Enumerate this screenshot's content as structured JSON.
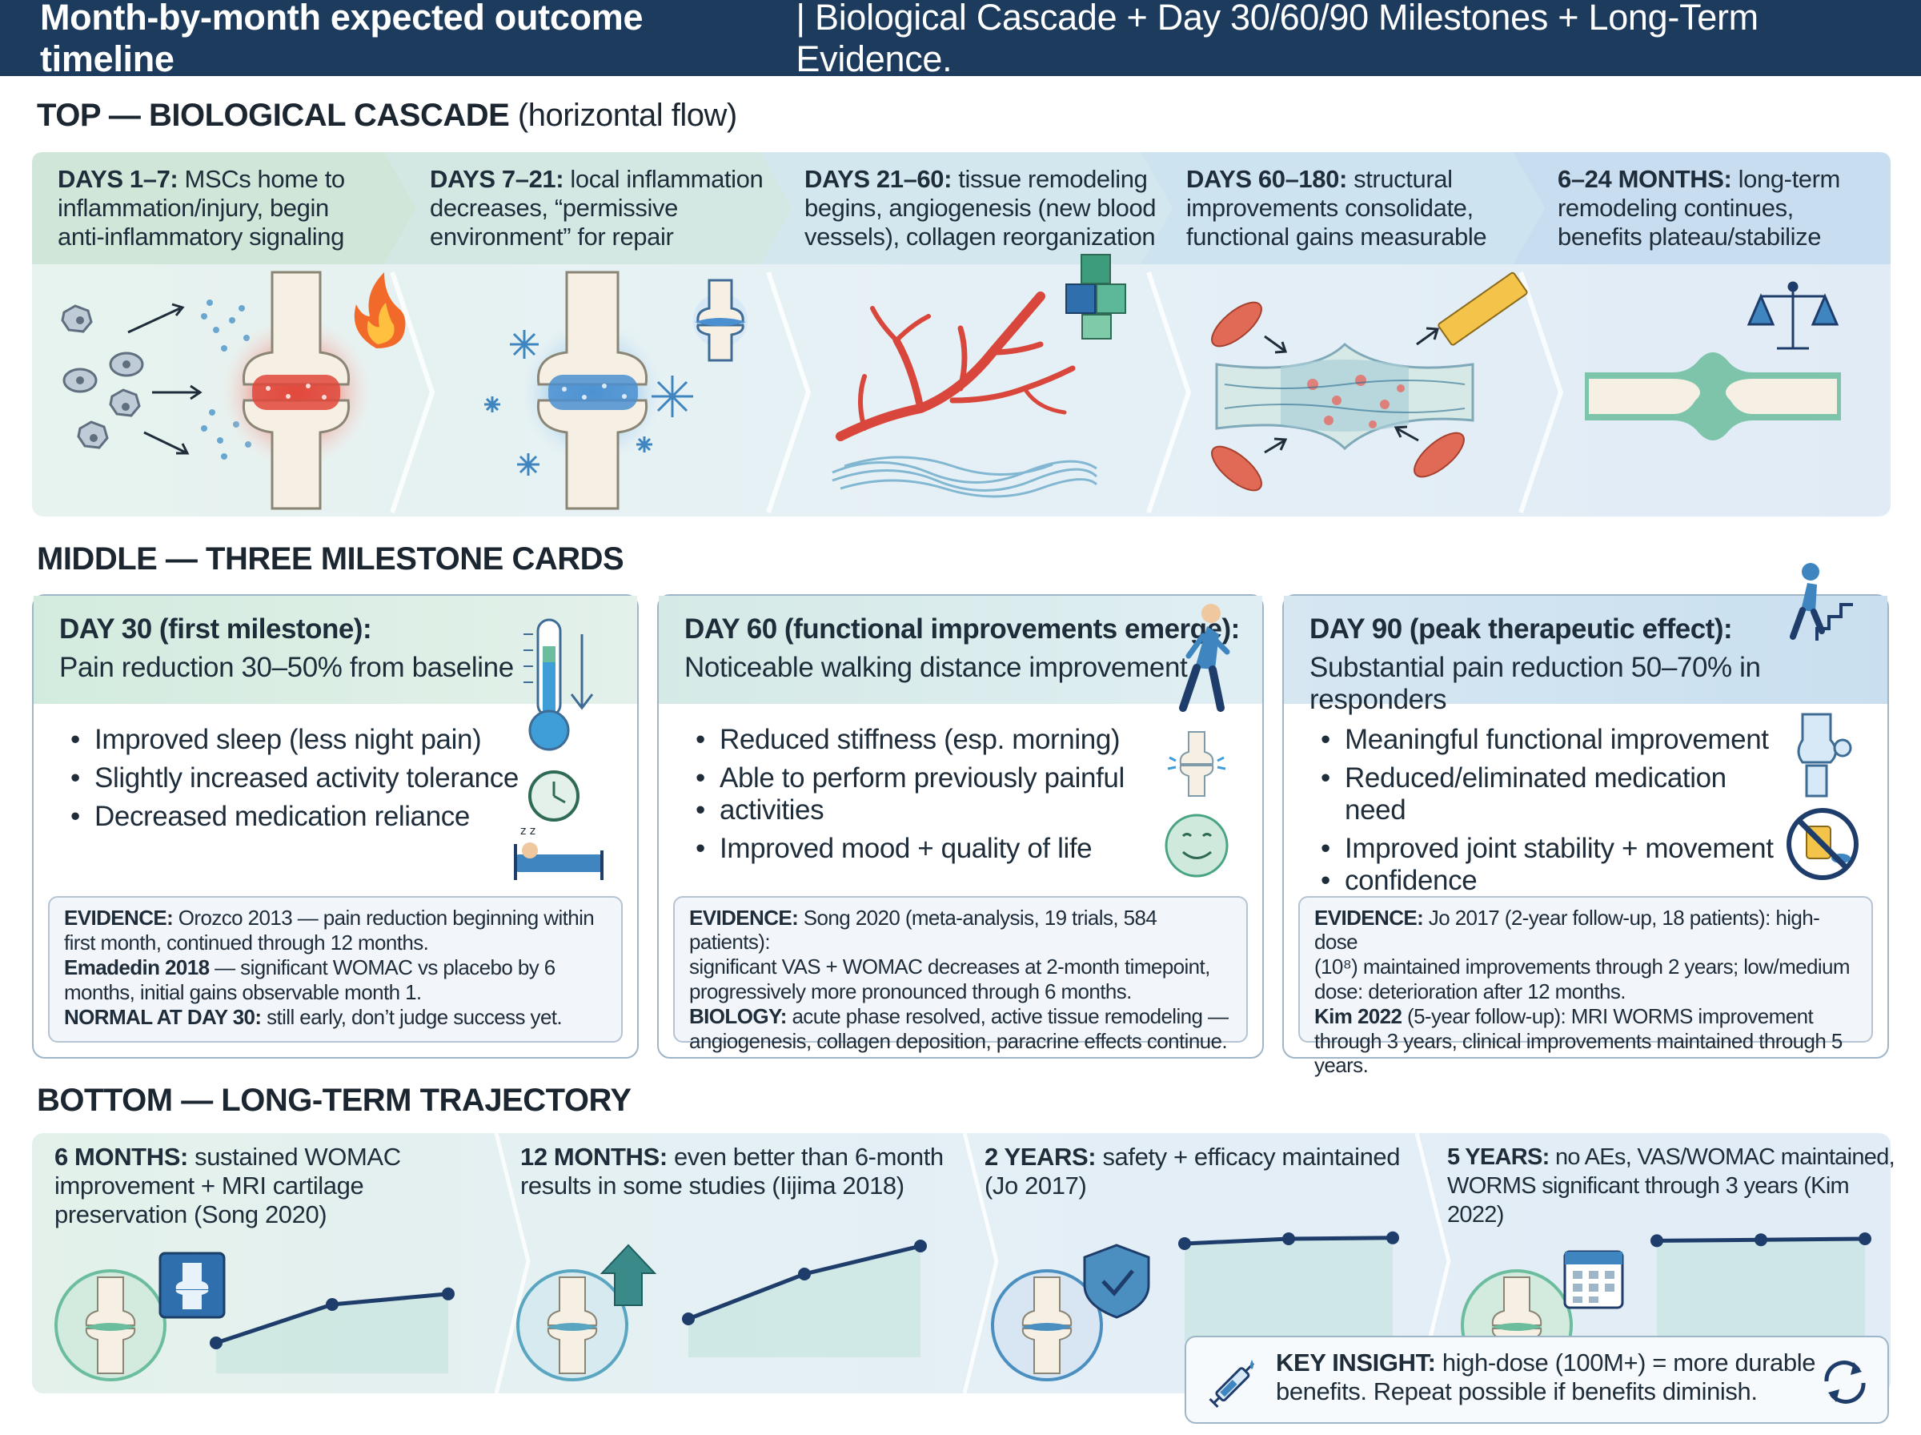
{
  "header": {
    "title_bold": "Month-by-month expected outcome timeline",
    "title_rest": "| Biological Cascade + Day 30/60/90 Milestones + Long-Term Evidence."
  },
  "sections": {
    "top_bold": "TOP — BIOLOGICAL CASCADE",
    "top_rest": "(horizontal flow)",
    "middle": "MIDDLE — THREE MILESTONE CARDS",
    "bottom": "BOTTOM — LONG-TERM TRAJECTORY"
  },
  "cascade": [
    {
      "label": "DAYS 1–7:",
      "line1_rest": " MSCs home to",
      "line2": "inflammation/injury, begin",
      "line3": "anti-inflammatory signaling"
    },
    {
      "label": "DAYS 7–21:",
      "line1_rest": " local inflammation",
      "line2": "decreases, “permissive",
      "line3": "environment” for repair"
    },
    {
      "label": "DAYS 21–60:",
      "line1_rest": " tissue remodeling",
      "line2": "begins, angiogenesis (new blood",
      "line3": "vessels), collagen reorganization"
    },
    {
      "label": "DAYS 60–180:",
      "line1_rest": " structural",
      "line2": "improvements consolidate,",
      "line3": "functional gains measurable"
    },
    {
      "label": "6–24 MONTHS:",
      "line1_rest": " long-term",
      "line2": "remodeling continues,",
      "line3": "benefits plateau/stabilize"
    }
  ],
  "cards": [
    {
      "title": "DAY 30 (first milestone):",
      "subtitle": "Pain reduction 30–50% from baseline",
      "bullets": [
        "Improved sleep (less night pain)",
        "Slightly increased activity tolerance",
        "Decreased medication reliance"
      ],
      "ev1_label": "EVIDENCE:",
      "ev1_text": " Orozco 2013 — pain reduction beginning within",
      "ev1_line2": "first month, continued through 12 months.",
      "ev2_label": "Emadedin 2018",
      "ev2_text": " — significant WOMAC vs placebo by 6",
      "ev2_line2": "months, initial gains observable month 1.",
      "ev3_label": "NORMAL AT DAY 30:",
      "ev3_text": " still early, don’t judge success yet."
    },
    {
      "title": "DAY 60 (functional improvements emerge):",
      "subtitle": "Noticeable walking distance improvement",
      "bullets": [
        "Reduced stiffness (esp. morning)",
        "Able to perform previously painful",
        "activities",
        "Improved mood + quality of life"
      ],
      "ev1_label": "EVIDENCE:",
      "ev1_text": " Song 2020 (meta-analysis, 19 trials, 584 patients):",
      "ev1_line2": "significant VAS + WOMAC decreases at 2-month timepoint,",
      "ev1_line3": "progressively more pronounced through 6 months.",
      "ev2_label": "BIOLOGY:",
      "ev2_text": " acute phase resolved, active tissue remodeling —",
      "ev2_line2": "angiogenesis, collagen deposition, paracrine effects continue."
    },
    {
      "title": "DAY 90 (peak therapeutic effect):",
      "subtitle": "Substantial pain reduction 50–70% in responders",
      "bullets": [
        "Meaningful functional improvement",
        "Reduced/eliminated medication need",
        "Improved joint stability + movement",
        "confidence"
      ],
      "ev1_label": "EVIDENCE:",
      "ev1_text": " Jo 2017 (2-year follow-up, 18 patients): high-dose",
      "ev1_line2": "(10⁸) maintained improvements through 2 years; low/medium",
      "ev1_line3": "dose: deterioration after 12 months.",
      "ev2_label": "Kim 2022",
      "ev2_text": " (5-year follow-up): MRI WORMS improvement",
      "ev2_line2": "through 3 years, clinical improvements maintained through 5 years."
    }
  ],
  "trajectory": [
    {
      "label": "6 MONTHS:",
      "line1_rest": " sustained WOMAC",
      "line2": "improvement + MRI cartilage",
      "line3": "preservation (Song 2020)",
      "trend": [
        0.15,
        0.55,
        0.66
      ]
    },
    {
      "label": "12 MONTHS:",
      "line1_rest": " even better than 6-month",
      "line2": "results in some studies (Iijima 2018)",
      "line3": "",
      "trend": [
        0.2,
        0.6,
        0.85
      ]
    },
    {
      "label": "2 YEARS:",
      "line1_rest": " safety + efficacy maintained",
      "line2": "(Jo 2017)",
      "line3": "",
      "trend": [
        0.85,
        0.9,
        0.91
      ]
    },
    {
      "label": "5 YEARS:",
      "line1_rest": " no AEs, VAS/WOMAC maintained,",
      "line2": "WORMS significant through 3 years (Kim 2022)",
      "line3": "",
      "trend": [
        0.88,
        0.89,
        0.9
      ]
    }
  ],
  "insight": {
    "label": "KEY INSIGHT:",
    "line1_rest": " high-dose (100M+) = more durable",
    "line2": "benefits. Repeat possible if benefits diminish."
  },
  "colors": {
    "header_bg": "#1d3b5c",
    "green_accent": "#3e9e7e",
    "blue_accent": "#3f86c0",
    "inflammation_red": "#e04a3a",
    "trend_line": "#1f3d6b"
  }
}
